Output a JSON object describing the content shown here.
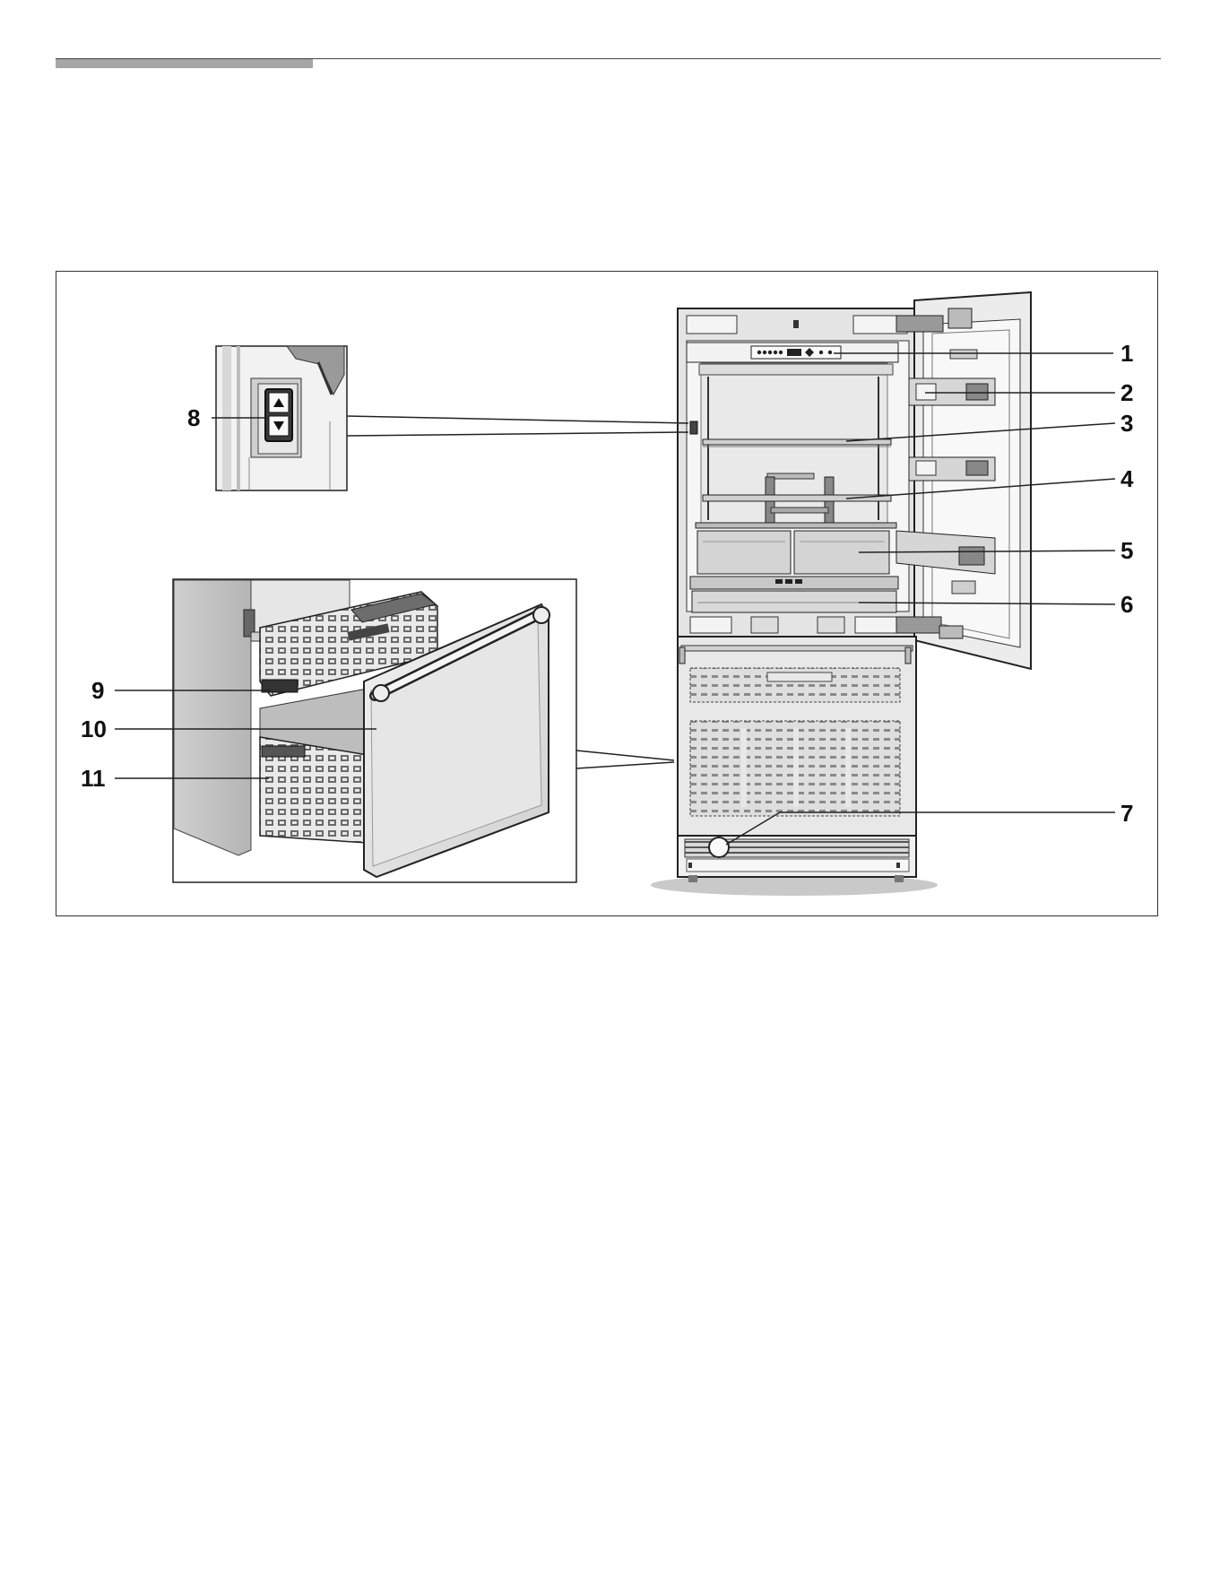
{
  "figure": {
    "callouts": {
      "c1": "1",
      "c2": "2",
      "c3": "3",
      "c4": "4",
      "c5": "5",
      "c6": "6",
      "c7": "7",
      "c8": "8",
      "c9": "9",
      "c10": "10",
      "c11": "11"
    }
  },
  "colors": {
    "accent_bar": "#a6a6a6",
    "line": "#222222"
  }
}
